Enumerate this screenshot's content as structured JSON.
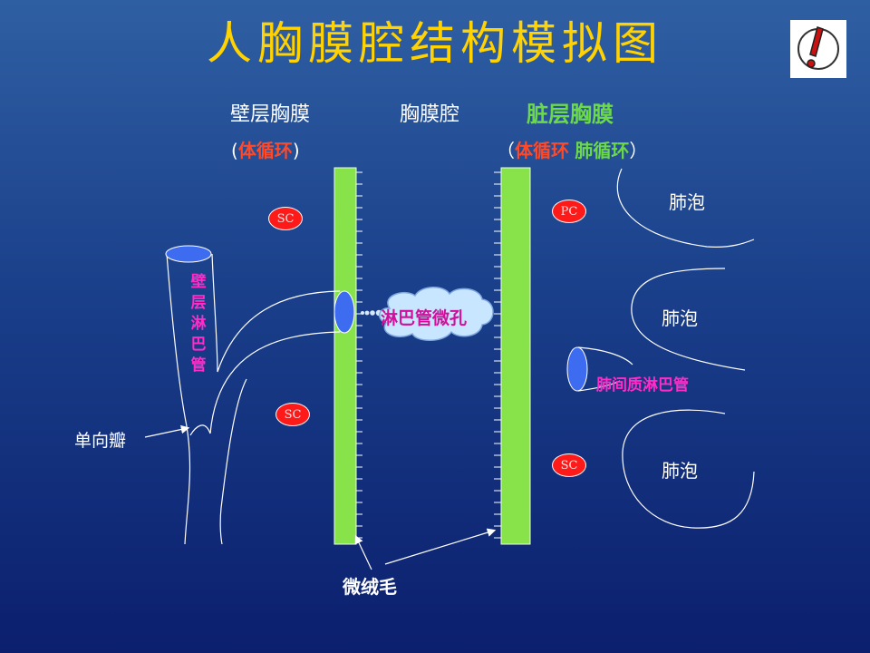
{
  "title": "人胸膜腔结构模拟图",
  "headers": {
    "parietal": "壁层胸膜",
    "cavity": "胸膜腔",
    "visceral": "脏层胸膜"
  },
  "circulation": {
    "left_open": "(",
    "left_text": "体循环",
    "left_close": ")",
    "right_open": "（",
    "right_sys": "体循环",
    "right_pul": "肺循环",
    "right_close": "）"
  },
  "labels": {
    "alveolus_1": "肺泡",
    "alveolus_2": "肺泡",
    "alveolus_3": "肺泡",
    "parietal_lymph": "壁层淋巴管",
    "lymph_stoma": "淋巴管微孔",
    "interstitial_lymph": "肺间质淋巴管",
    "one_way_valve": "单向瓣",
    "microvilli": "微绒毛"
  },
  "capillaries": {
    "sc_top": "SC",
    "sc_mid": "SC",
    "sc_right": "SC",
    "pc": "PC"
  },
  "icons": {
    "corner": "exclamation-alert-icon"
  },
  "colors": {
    "title": "#ffd200",
    "membrane": "#88e34a",
    "vessel": "#3d6cf0",
    "capillary": "#ff1a1a",
    "highlight": "#ff2cc8"
  }
}
